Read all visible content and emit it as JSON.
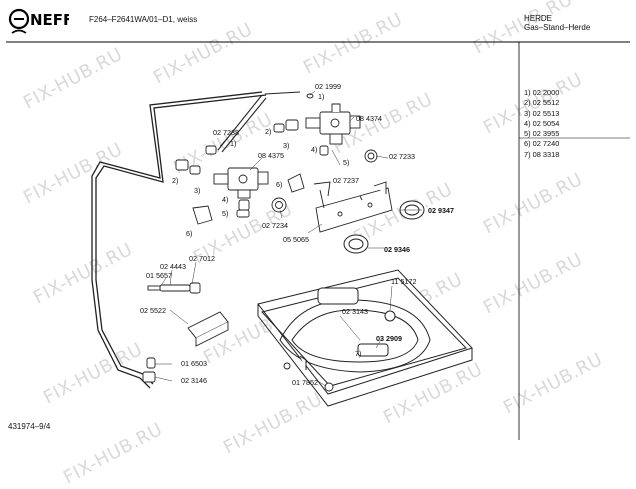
{
  "brand": {
    "logo_text": "NEFF"
  },
  "header": {
    "model": "F264–F2641WA/01–D1,  weiss",
    "category": "HERDE",
    "subcategory": "Gas–Stand–Herde"
  },
  "footer": {
    "doc_code": "431974–9/4"
  },
  "watermark": {
    "text": "FIX-HUB.RU"
  },
  "legend": [
    {
      "key": "1)",
      "part": "02 2000"
    },
    {
      "key": "2)",
      "part": "02 5512"
    },
    {
      "key": "3)",
      "part": "02 5513"
    },
    {
      "key": "4)",
      "part": "02 5054"
    },
    {
      "key": "5)",
      "part": "02 3955"
    },
    {
      "key": "6)",
      "part": "02 7240"
    },
    {
      "key": "7)",
      "part": "08 3318"
    }
  ],
  "part_labels": {
    "p021999": "02 1999",
    "p084374": "08 4374",
    "p027238": "02 7238",
    "p084375": "08 4375",
    "p027233": "02 7233",
    "p027237": "02 7237",
    "p029347": "02 9347",
    "p027234": "02 7234",
    "p055065": "05 5065",
    "p029346": "02 9346",
    "p027012": "02 7012",
    "p024443": "02 4443",
    "p015657": "01 5657",
    "p025522": "02 5522",
    "p115172": "11 5172",
    "p023143": "02 3143",
    "p032909": "03 2909",
    "p016503": "01 6503",
    "p023146": "02 3146",
    "p017852": "01 7852"
  },
  "callouts": {
    "c1a": "1)",
    "c2a": "2)",
    "c3a": "3)",
    "c1b": "1)",
    "c2b": "2)",
    "c3b": "3)",
    "c4a": "4)",
    "c5a": "5)",
    "c6a": "6)",
    "c4b": "4)",
    "c5b": "5)",
    "c6b": "6)",
    "c7": "7)"
  }
}
